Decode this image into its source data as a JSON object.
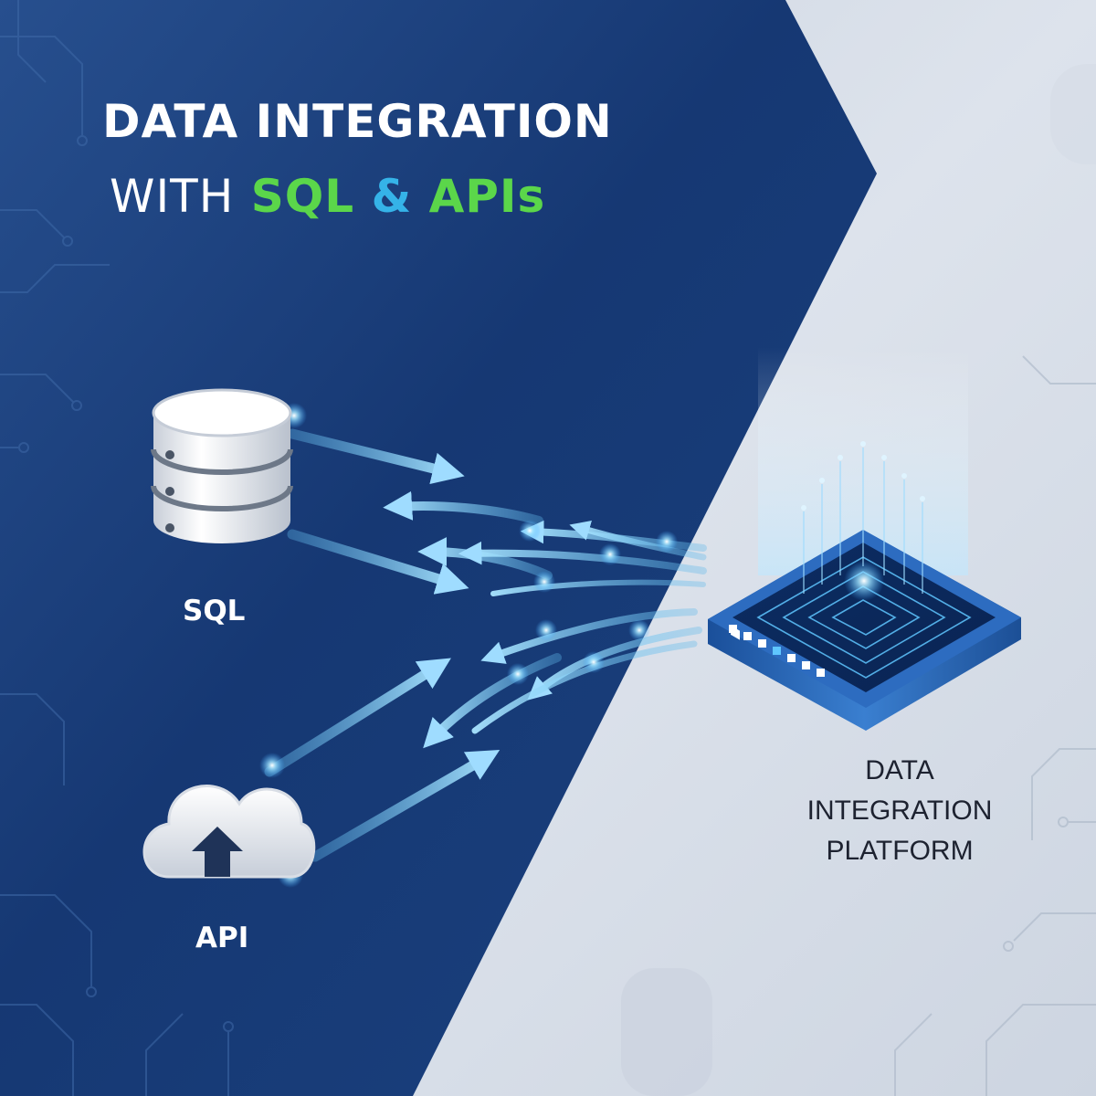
{
  "title": {
    "line1": "DATA INTEGRATION",
    "line2_prefix": "WITH",
    "line2_sql": "SQL",
    "line2_amp": "&",
    "line2_apis": "APIs"
  },
  "nodes": {
    "sql": {
      "label": "SQL",
      "icon": "database-icon"
    },
    "api": {
      "label": "API",
      "icon": "cloud-upload-icon"
    },
    "platform": {
      "label_lines": [
        "DATA",
        "INTEGRATION",
        "PLATFORM"
      ],
      "icon": "chip-platform-icon"
    }
  },
  "colors": {
    "title_white": "#ffffff",
    "sql_green": "#5bd64a",
    "amp_blue": "#35b3e8",
    "apis_green": "#5bd64a",
    "bg_dark_blue": "#1a3f7c",
    "bg_light_gray": "#d4dbe6",
    "flow_cyan": "#8fd6f5",
    "platform_label": "#1d2230"
  }
}
